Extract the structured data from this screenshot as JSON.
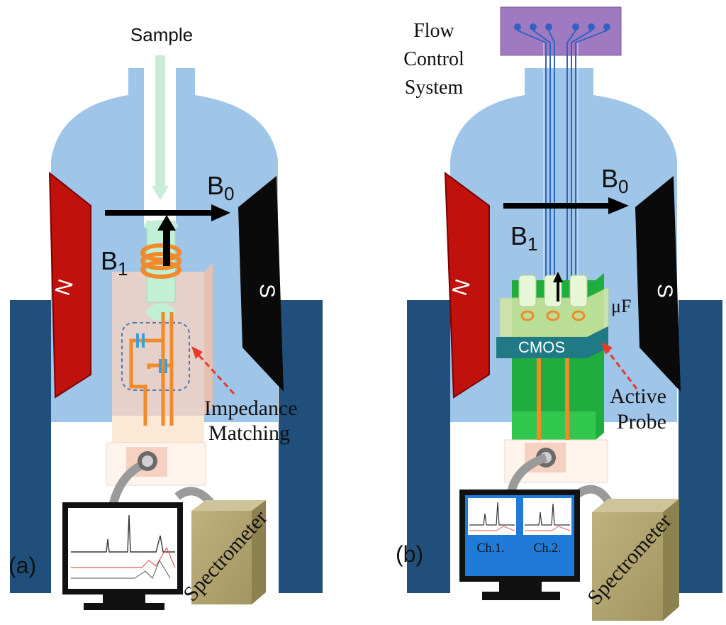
{
  "panel_a": {
    "panel_label": "(a)",
    "sample_label": "Sample",
    "b0_label": "B",
    "b0_sub": "0",
    "b1_label": "B",
    "b1_sub": "1",
    "north_label": "N",
    "south_label": "S",
    "impedance_label_1": "Impedance",
    "impedance_label_2": "Matching",
    "spectrometer_label": "Spectrometer"
  },
  "panel_b": {
    "panel_label": "(b)",
    "flow_label_1": "Flow",
    "flow_label_2": "Control",
    "flow_label_3": "System",
    "b0_label": "B",
    "b0_sub": "0",
    "b1_label": "B",
    "b1_sub": "1",
    "north_label": "N",
    "south_label": "S",
    "microfluidic_label": "μF",
    "cmos_label": "CMOS",
    "active_label_1": "Active",
    "active_label_2": "Probe",
    "channel_1_label": "Ch.1.",
    "channel_2_label": "Ch.2.",
    "spectrometer_label": "Spectrometer"
  },
  "colors": {
    "dewar_blue": "#9fc5e8",
    "cryostat_navy": "#1f4f7a",
    "north_red": "#c0110c",
    "south_black": "#0a0a0a",
    "coil_orange": "#f08a2a",
    "pcb_green": "#1fae3d",
    "cmos_teal": "#1f7a85",
    "flow_purple": "#a07ac0",
    "spectrometer_khaki": "#b7a978",
    "monitor_blue": "#1f7ad8"
  }
}
